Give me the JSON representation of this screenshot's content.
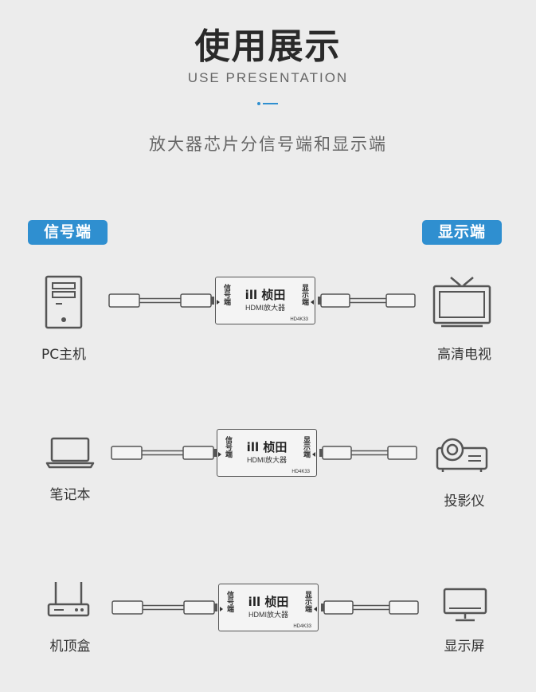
{
  "header": {
    "title": "使用展示",
    "subtitle": "USE PRESENTATION",
    "description": "放大器芯片分信号端和显示端"
  },
  "badges": {
    "left": "信号端",
    "right": "显示端"
  },
  "amplifier": {
    "side_left": "信号端",
    "side_right": "显示端",
    "brand": "ill 桢田",
    "model": "HDMI放大器",
    "code": "HD4K33"
  },
  "rows": [
    {
      "source": "PC主机",
      "target": "高清电视",
      "source_icon": "pc-tower-icon",
      "target_icon": "tv-icon"
    },
    {
      "source": "笔记本",
      "target": "投影仪",
      "source_icon": "laptop-icon",
      "target_icon": "projector-icon"
    },
    {
      "source": "机顶盒",
      "target": "显示屏",
      "source_icon": "router-icon",
      "target_icon": "monitor-icon"
    }
  ],
  "colors": {
    "accent": "#2f8fd0",
    "background": "#ececec"
  }
}
